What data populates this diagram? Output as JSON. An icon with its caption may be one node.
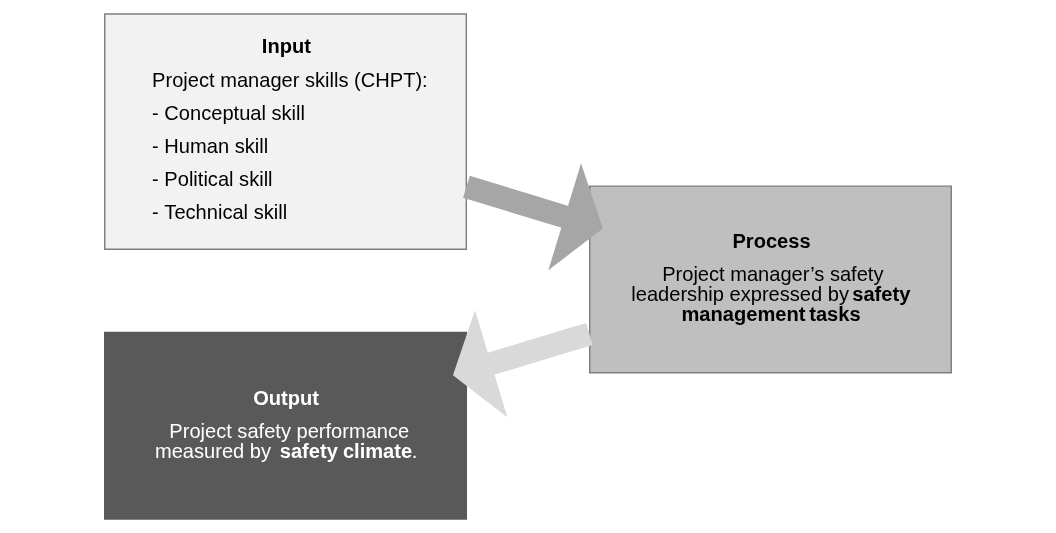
{
  "diagram": {
    "nodes": [
      {
        "text": [
          "Input",
          "Project manager skills (CHPT):",
          "- Conceptual skill",
          "- Human skill",
          "- Political skill",
          "- Technical skill"
        ]
      },
      {
        "text": [
          "Process",
          "Project manager’s safety leadership expressed by **safety management tasks**"
        ]
      },
      {
        "text": [
          "Output",
          "Project safety performance measured by **safety climate**."
        ]
      }
    ],
    "edges": [
      {
        "from": 0,
        "to": 1,
        "arrow": "to",
        "color": "#a6a6a6"
      },
      {
        "from": 1,
        "to": 2,
        "arrow": "to",
        "color": "#d9d9d9"
      }
    ]
  }
}
